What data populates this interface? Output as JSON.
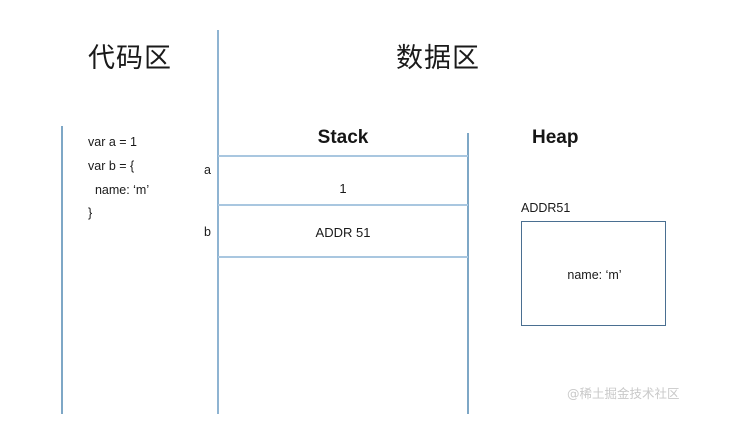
{
  "diagram": {
    "code_area": {
      "title": "代码区",
      "code_lines": [
        "var a = 1",
        "var b = {",
        "  name: ‘m’",
        "}"
      ]
    },
    "data_area": {
      "title": "数据区",
      "stack": {
        "title": "Stack",
        "slots": [
          {
            "label": "a",
            "value": "1"
          },
          {
            "label": "b",
            "value": "ADDR 51"
          }
        ]
      },
      "heap": {
        "title": "Heap",
        "address_label": "ADDR51",
        "object_content": "name: ‘m’"
      }
    }
  },
  "watermark": {
    "text": "@稀土掘金技术社区"
  },
  "colors": {
    "rule_light_blue": "#a9c7e0",
    "rule_blue": "#8fb4d2",
    "heap_box_border": "#4a6f91",
    "text": "#1a1a1a",
    "watermark": "#c9c9c9",
    "background": "#ffffff"
  }
}
